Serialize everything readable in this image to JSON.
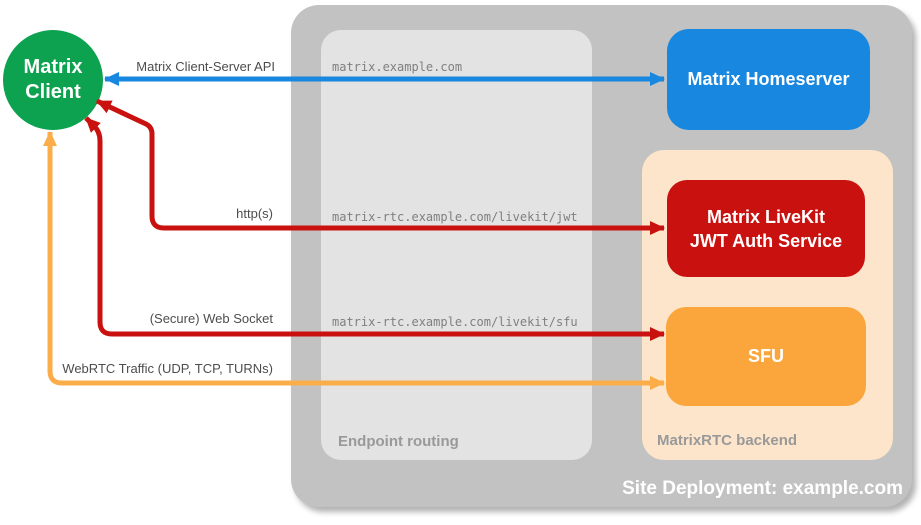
{
  "colors": {
    "canvas_bg": "#ffffff",
    "container_gray": "#c2c2c2",
    "routing_gray": "#e3e3e3",
    "backend_peach": "#fce5ca",
    "client_green": "#0da24f",
    "homeserver_blue": "#1787e0",
    "auth_red": "#c9120f",
    "sfu_orange": "#faa63c",
    "webrtc_arrow_orange": "#fbad49",
    "edge_label_gray": "#4d4d4d",
    "url_gray": "#7f7f7f",
    "zone_label_gray": "#999999"
  },
  "client": {
    "line1": "Matrix",
    "line2": "Client"
  },
  "containers": {
    "site_label": "Site Deployment: example.com",
    "routing_label": "Endpoint routing",
    "backend_label": "MatrixRTC backend"
  },
  "nodes": {
    "homeserver": "Matrix Homeserver",
    "auth_line1": "Matrix LiveKit",
    "auth_line2": "JWT Auth Service",
    "sfu": "SFU"
  },
  "routes": {
    "cs_api": {
      "label": "Matrix Client-Server API",
      "endpoint": "matrix.example.com"
    },
    "http": {
      "label": "http(s)",
      "endpoint": "matrix-rtc.example.com/livekit/jwt"
    },
    "websocket": {
      "label": "(Secure) Web Socket",
      "endpoint": "matrix-rtc.example.com/livekit/sfu"
    },
    "webrtc": {
      "label": "WebRTC Traffic (UDP, TCP, TURNs)"
    }
  }
}
